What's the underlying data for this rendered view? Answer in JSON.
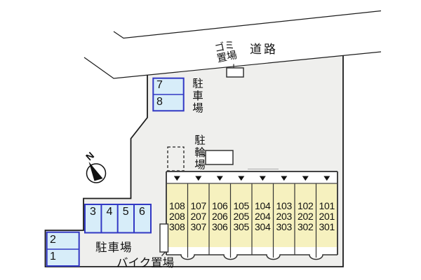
{
  "diagram": {
    "type": "residential-site-plan",
    "road_label": "道路",
    "north_label": "N",
    "garbage_area": {
      "line1": "ゴミ",
      "line2": "置場"
    },
    "upper_parking": {
      "label": "駐車場",
      "spaces": [
        "7",
        "8"
      ]
    },
    "mid_parking": {
      "spaces": [
        "3",
        "4",
        "5",
        "6"
      ]
    },
    "lower_parking": {
      "label": "駐車場",
      "spaces": [
        "2",
        "1"
      ]
    },
    "bicycle_area": {
      "label": "駐輪場"
    },
    "motorcycle_area": {
      "label": "バイク置場"
    },
    "building": {
      "columns": [
        [
          "108",
          "208",
          "308"
        ],
        [
          "107",
          "207",
          "307"
        ],
        [
          "106",
          "206",
          "306"
        ],
        [
          "105",
          "205",
          "305"
        ],
        [
          "104",
          "204",
          "304"
        ],
        [
          "103",
          "203",
          "303"
        ],
        [
          "102",
          "202",
          "302"
        ],
        [
          "101",
          "201",
          "301"
        ]
      ]
    },
    "colors": {
      "site_fill": "#efefed",
      "parking_fill": "#d7edf9",
      "parking_border": "#3238c4",
      "building_fill": "#f6f1bf",
      "building_border": "#444444",
      "outline": "#1c1c1c"
    }
  }
}
